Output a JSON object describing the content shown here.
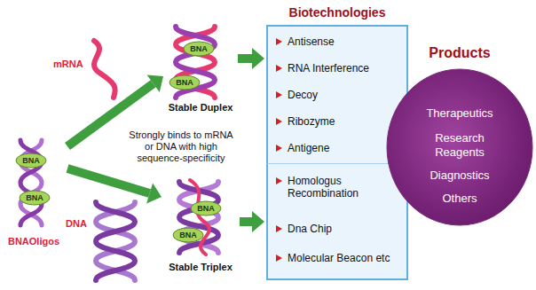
{
  "diagram": {
    "nodes": [
      {
        "text": [
          "BNAOligos"
        ]
      },
      {
        "text": [
          "BNA"
        ],
        "in": 0
      },
      {
        "text": [
          "BNA"
        ],
        "in": 0
      },
      {
        "text": [
          "Stable Duplex"
        ]
      },
      {
        "text": [
          "BNA"
        ],
        "in": 3
      },
      {
        "text": [
          "BNA"
        ],
        "in": 3
      },
      {
        "text": [
          "Stable Triplex"
        ]
      },
      {
        "text": [
          "BNA"
        ],
        "in": 6
      },
      {
        "text": [
          "BNA"
        ],
        "in": 6
      },
      {
        "text": [
          "Biotechnologies"
        ]
      },
      {
        "text": [
          "Antisense",
          "RNA Interference",
          "Decoy",
          "Ribozyme",
          "Antigene"
        ],
        "in": 9
      },
      {
        "text": [
          "Homologus Recombination",
          "Dna Chip",
          "Molecular Beacon etc"
        ],
        "in": 9
      },
      {
        "text": [
          "Products",
          "Therapeutics",
          "Research Reagents",
          "Diagnostics",
          "Others"
        ]
      }
    ],
    "edges": [
      {
        "from": 0,
        "to": 3,
        "arrow": "to"
      },
      {
        "from": 0,
        "to": 6,
        "arrow": "to"
      },
      {
        "from": 3,
        "to": 10,
        "arrow": "to"
      },
      {
        "from": 6,
        "to": 11,
        "arrow": "to"
      }
    ],
    "labels": [
      "mRNA",
      "DNA",
      "Strongly binds to mRNA or DNA with high sequence-specificity"
    ]
  }
}
